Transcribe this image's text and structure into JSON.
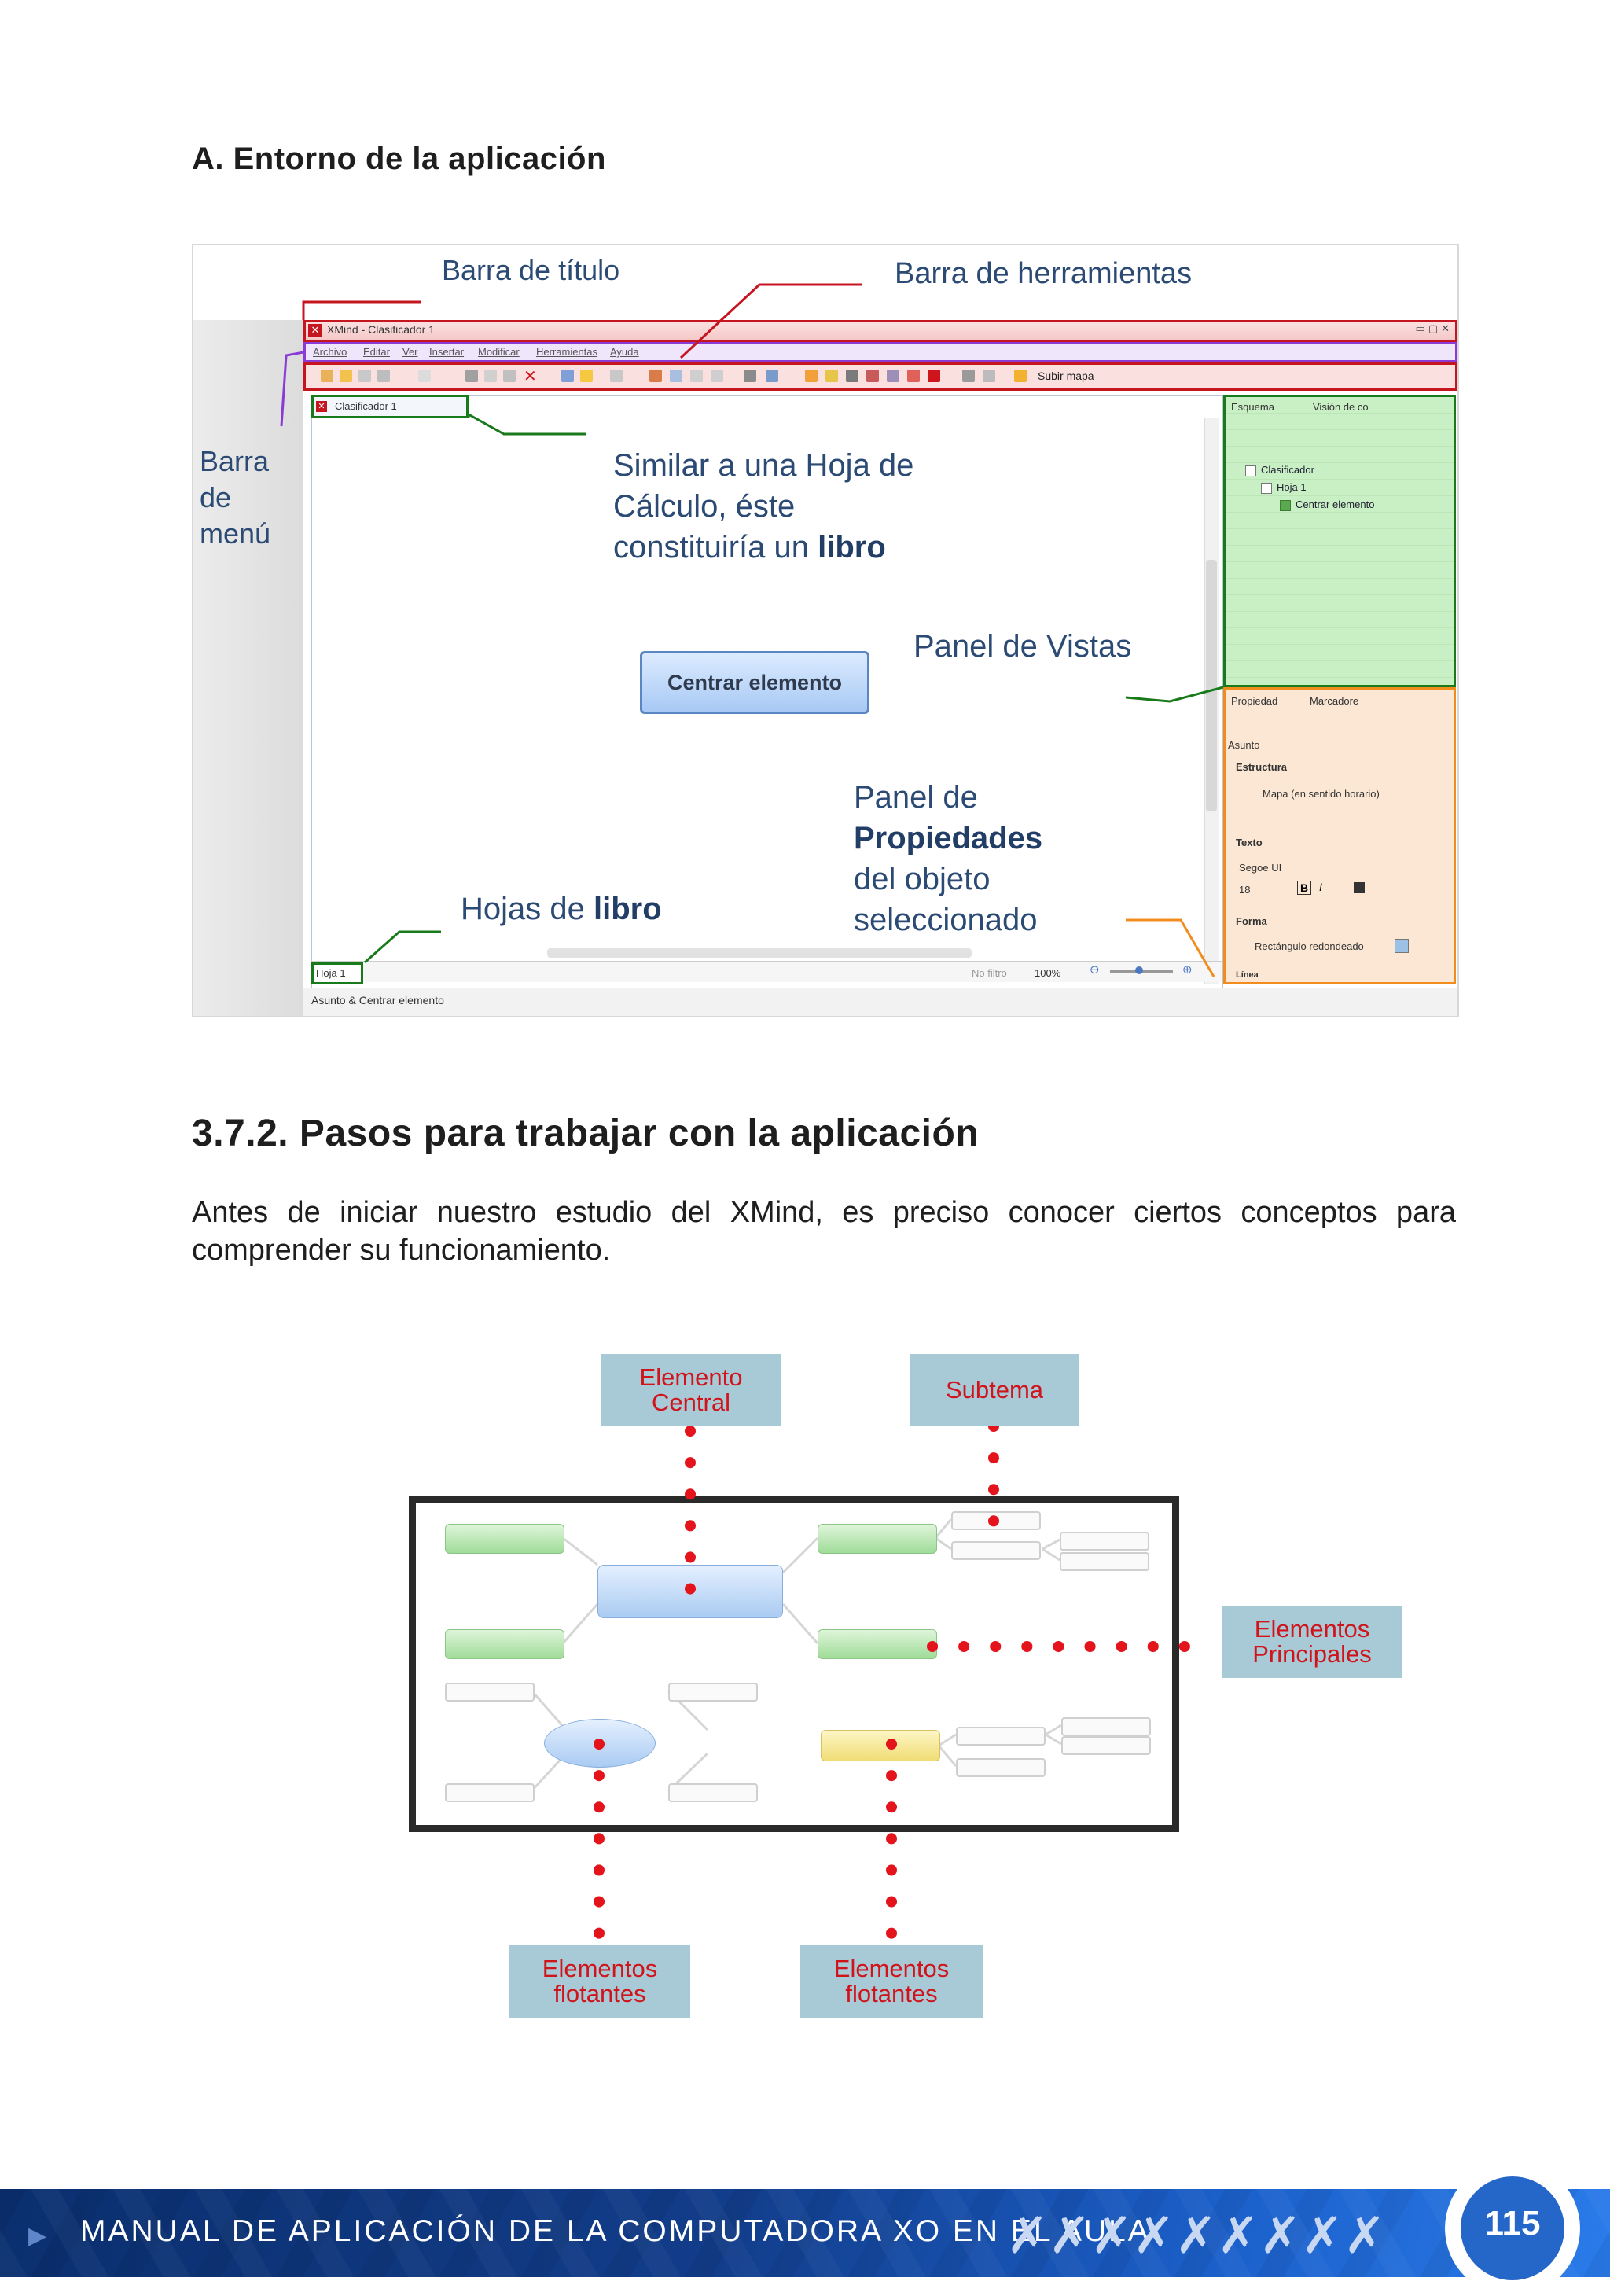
{
  "section_a_title": "A. Entorno de la aplicación",
  "screenshot": {
    "callouts": {
      "barra_titulo": "Barra de título",
      "barra_herramientas": "Barra de herramientas",
      "barra_menu": [
        "Barra",
        "de",
        "menú"
      ],
      "similar_l1": "Similar a una Hoja de",
      "similar_l2": "Cálculo, éste",
      "similar_l3_pre": "constituiría un ",
      "similar_l3_bold": "libro",
      "panel_vistas": "Panel de Vistas",
      "panel_prop_l1": "Panel de",
      "panel_prop_l2": "Propiedades",
      "panel_prop_l3": "del objeto",
      "panel_prop_l4": "seleccionado",
      "hojas_pre": "Hojas de ",
      "hojas_bold": "libro"
    },
    "window_title": "XMind - Clasificador 1",
    "menu": [
      "Archivo",
      "Editar",
      "Ver",
      "Insertar",
      "Modificar",
      "Herramientas",
      "Ayuda"
    ],
    "toolbar_label": "Subir mapa",
    "sheet_tab": "Clasificador 1",
    "center_button": "Centrar elemento",
    "vistas_tabs": [
      "Esquema",
      "Visión de co"
    ],
    "tree": [
      "Clasificador",
      "Hoja 1",
      "Centrar elemento"
    ],
    "props_tabs": [
      "Propiedad",
      "Marcadore"
    ],
    "props": {
      "asunto": "Asunto",
      "estructura": "Estructura",
      "estructura_val": "Mapa (en sentido horario)",
      "texto": "Texto",
      "font": "Segoe UI",
      "size": "18",
      "forma": "Forma",
      "forma_val": "Rectángulo redondeado",
      "linea": "Línea"
    },
    "sheet_bottom_tab": "Hoja 1",
    "status_filter": "No filtro",
    "zoom": "100%",
    "bottom_status": "Asunto & Centrar elemento"
  },
  "section_b_title": "3.7.2. Pasos para trabajar con la aplicación",
  "paragraph": "Antes de iniciar nuestro estudio del XMind, es preciso conocer ciertos conceptos para comprender su funcionamiento.",
  "diagram": {
    "labels": {
      "elemento_central": [
        "Elemento",
        "Central"
      ],
      "subtema": "Subtema",
      "elementos_principales": [
        "Elementos",
        "Principales"
      ],
      "flotantes_1": [
        "Elementos",
        "flotantes"
      ],
      "flotantes_2": [
        "Elementos",
        "flotantes"
      ]
    },
    "label_color": "#d0141c",
    "label_bg": "#a8cad6"
  },
  "footer": {
    "text": "MANUAL DE APLICACIÓN DE LA COMPUTADORA XO EN EL AULA",
    "page_number": "115"
  }
}
